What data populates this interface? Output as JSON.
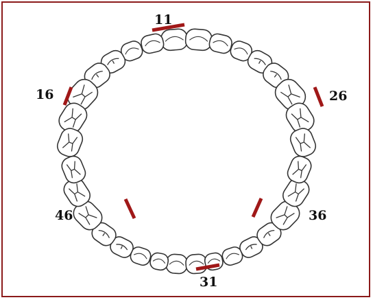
{
  "labels": {
    "upper_central": "11",
    "upper_right_molar": "16",
    "upper_left_molar": "26",
    "lower_right_molar": "46",
    "lower_left_molar": "36",
    "lower_central": "31"
  },
  "colors": {
    "border": "#8b1a1a",
    "marker": "#a01818",
    "tooth_outline": "#333333",
    "background": "#ffffff"
  }
}
